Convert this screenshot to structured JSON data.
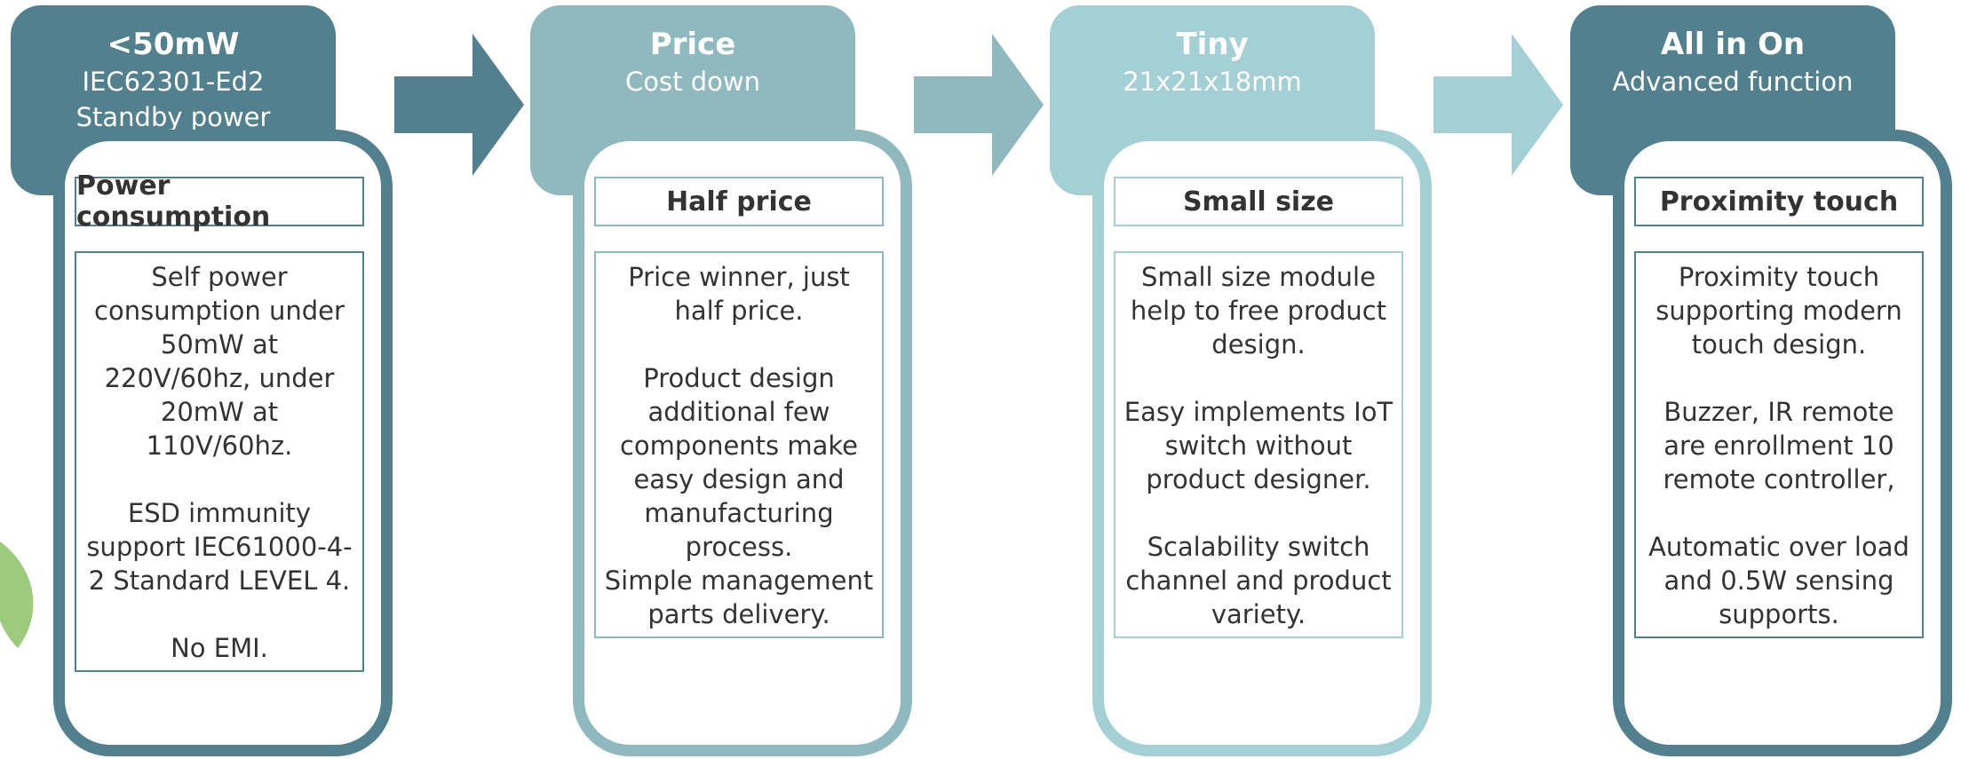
{
  "colors": {
    "dark": "#52808f",
    "medium": "#8fb9bf",
    "light": "#a3cfd5",
    "text": "#333333",
    "leaf": "#8cc266"
  },
  "steps": [
    {
      "title": "<50mW",
      "subtitle": "IEC62301-Ed2\nStandby power",
      "label": "Power consumption",
      "paragraphs": [
        "Self power consumption under 50mW at 220V/60hz, under 20mW at 110V/60hz.",
        "ESD immunity support IEC61000-4-2 Standard LEVEL 4.",
        "No EMI."
      ],
      "theme": "dark"
    },
    {
      "title": "Price",
      "subtitle": "Cost down",
      "label": "Half price",
      "paragraphs": [
        "Price winner, just half price.",
        "Product design additional few components make easy design and manufacturing process.\nSimple management parts delivery."
      ],
      "theme": "medium"
    },
    {
      "title": "Tiny",
      "subtitle": "21x21x18mm",
      "label": "Small size",
      "paragraphs": [
        "Small size module help to free product design.",
        "Easy implements IoT switch without product designer.",
        "Scalability switch channel and product variety."
      ],
      "theme": "light"
    },
    {
      "title": "All in On",
      "subtitle": "Advanced function",
      "label": "Proximity touch",
      "paragraphs": [
        "Proximity touch supporting modern touch design.",
        "Buzzer, IR remote are enrollment 10 remote controller,",
        "Automatic over load and 0.5W sensing supports."
      ],
      "theme": "dark"
    }
  ],
  "arrows": [
    {
      "theme": "dark"
    },
    {
      "theme": "medium"
    },
    {
      "theme": "light"
    }
  ]
}
